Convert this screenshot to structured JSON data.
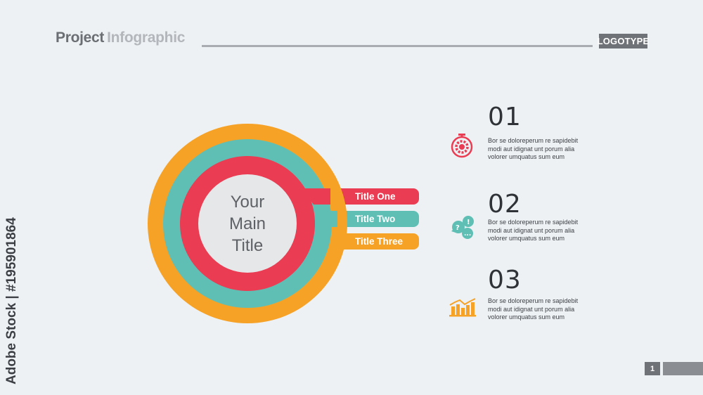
{
  "header": {
    "title_part1": "Project",
    "title_part2": "Infographic",
    "logotype": "LOGOTYPE"
  },
  "watermark": "Adobe Stock | #195901864",
  "diagram": {
    "center_title": "Your\nMain\nTitle",
    "rings": [
      {
        "label": "Title One",
        "color": "#ea3c52"
      },
      {
        "label": "Title Two",
        "color": "#5fbfb5"
      },
      {
        "label": "Title Three",
        "color": "#f6a227"
      }
    ],
    "center_color": "#e6e7e8"
  },
  "items": [
    {
      "number": "01",
      "icon": "stopwatch-gear-icon",
      "color": "#ea3c52",
      "text": "Bor se doloreperum re sapidebit\nmodi aut idignat unt porum alia\nvolorer umquatus sum eum"
    },
    {
      "number": "02",
      "icon": "speech-bubbles-icon",
      "color": "#5fbfb5",
      "text": "Bor se doloreperum re sapidebit\nmodi aut idignat unt porum alia\nvolorer umquatus sum eum"
    },
    {
      "number": "03",
      "icon": "bar-chart-icon",
      "color": "#f6a227",
      "text": "Bor se doloreperum re sapidebit\nmodi aut idignat unt porum alia\nvolorer umquatus sum eum"
    }
  ],
  "footer": {
    "page_number": "1"
  }
}
